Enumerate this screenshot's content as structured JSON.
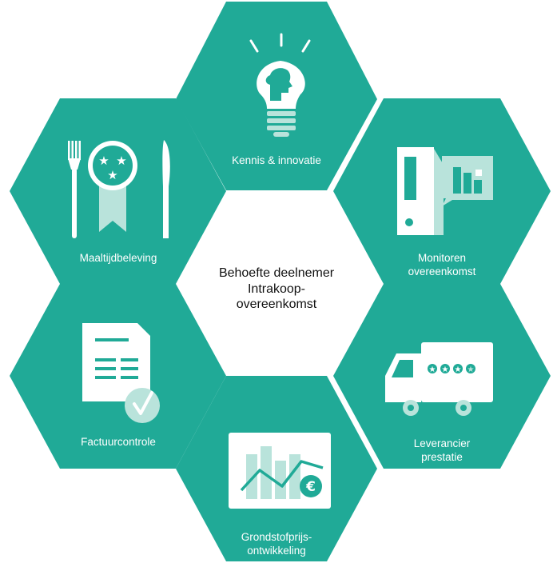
{
  "center": {
    "label": "Behoefte deelnemer\nIntrakoop-\novereenkomst"
  },
  "segments": [
    {
      "id": "kennis",
      "label": "Kennis & innovatie",
      "icon": "lightbulb-head-icon"
    },
    {
      "id": "monitoren",
      "label": "Monitoren\novereenkomst",
      "icon": "binder-chart-icon"
    },
    {
      "id": "leverancier",
      "label": "Leverancier\nprestatie",
      "icon": "delivery-truck-stars-icon"
    },
    {
      "id": "grondstof",
      "label": "Grondstofprijs-\nontwikkeling",
      "icon": "price-chart-euro-icon"
    },
    {
      "id": "factuur",
      "label": "Factuurcontrole",
      "icon": "invoice-check-icon"
    },
    {
      "id": "maaltijd",
      "label": "Maaltijdbeleving",
      "icon": "cutlery-medal-icon"
    }
  ],
  "colors": {
    "hexagon": "#20aa97",
    "icon_white": "#ffffff",
    "icon_light": "#b9e3db",
    "center_text": "#111111"
  }
}
